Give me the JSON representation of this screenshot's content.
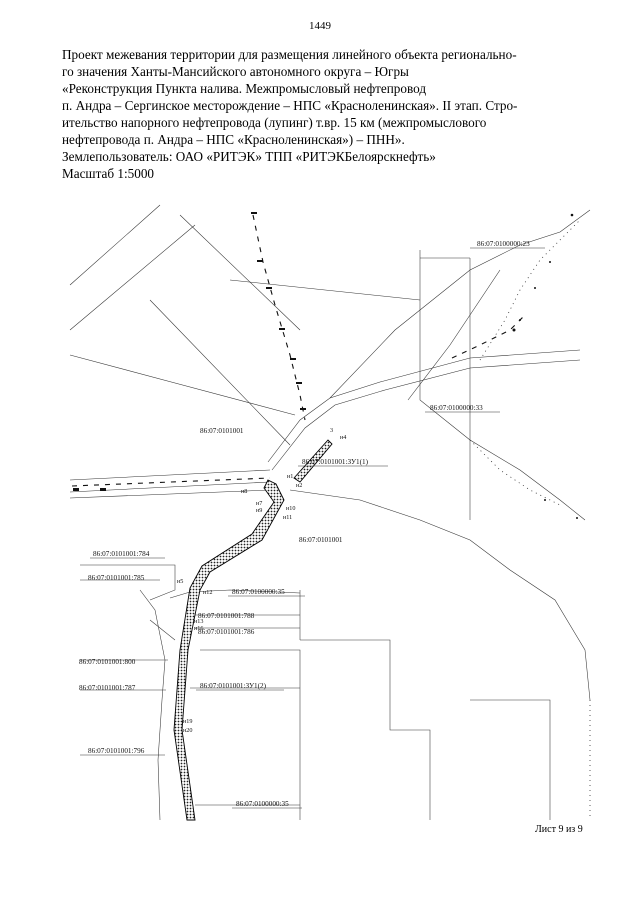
{
  "page_number": "1449",
  "header": {
    "lines": [
      "Проект межевания  территории для размещения линейного объекта регионально-",
      "го значения Ханты-Мансийского автономного округа – Югры",
      "«Реконструкция Пункта налива. Межпромысловый нефтепровод",
      "п. Андра – Сергинское месторождение – НПС «Красноленинская». II этап. Стро-",
      "ительство напорного нефтепровода (лупинг) т.вр. 15 км (межпромыслового",
      "нефтепровода п. Андра – НПС «Красноленинская») – ПНН».",
      "Землепользователь: ОАО «РИТЭК» ТПП «РИТЭКБелоярскнефть»",
      "Масштаб 1:5000"
    ]
  },
  "map": {
    "parcel_labels": [
      "86:07:0100000:23",
      "86:07:0100000:33",
      "86:07:0101001",
      "86:07:0101001:ЗУ1(1)",
      "86:07:0101001",
      "86:07:0101001:784",
      "86:07:0101001:785",
      "86:07:0100000:35",
      "86:07:0101001:788",
      "86:07:0101001:786",
      "86:07:0101001:800",
      "86:07:0101001:787",
      "86:07:0101001:ЗУ1(2)",
      "86:07:0101001:796",
      "86:07:0100000:35"
    ],
    "point_labels": [
      "3",
      "н4",
      "н1",
      "н2",
      "н8",
      "н7",
      "н9",
      "н10",
      "н11",
      "н5",
      "н12",
      "н13",
      "н16",
      "н19",
      "н20"
    ]
  },
  "footer": {
    "sheet": "Лист 9 из 9"
  }
}
